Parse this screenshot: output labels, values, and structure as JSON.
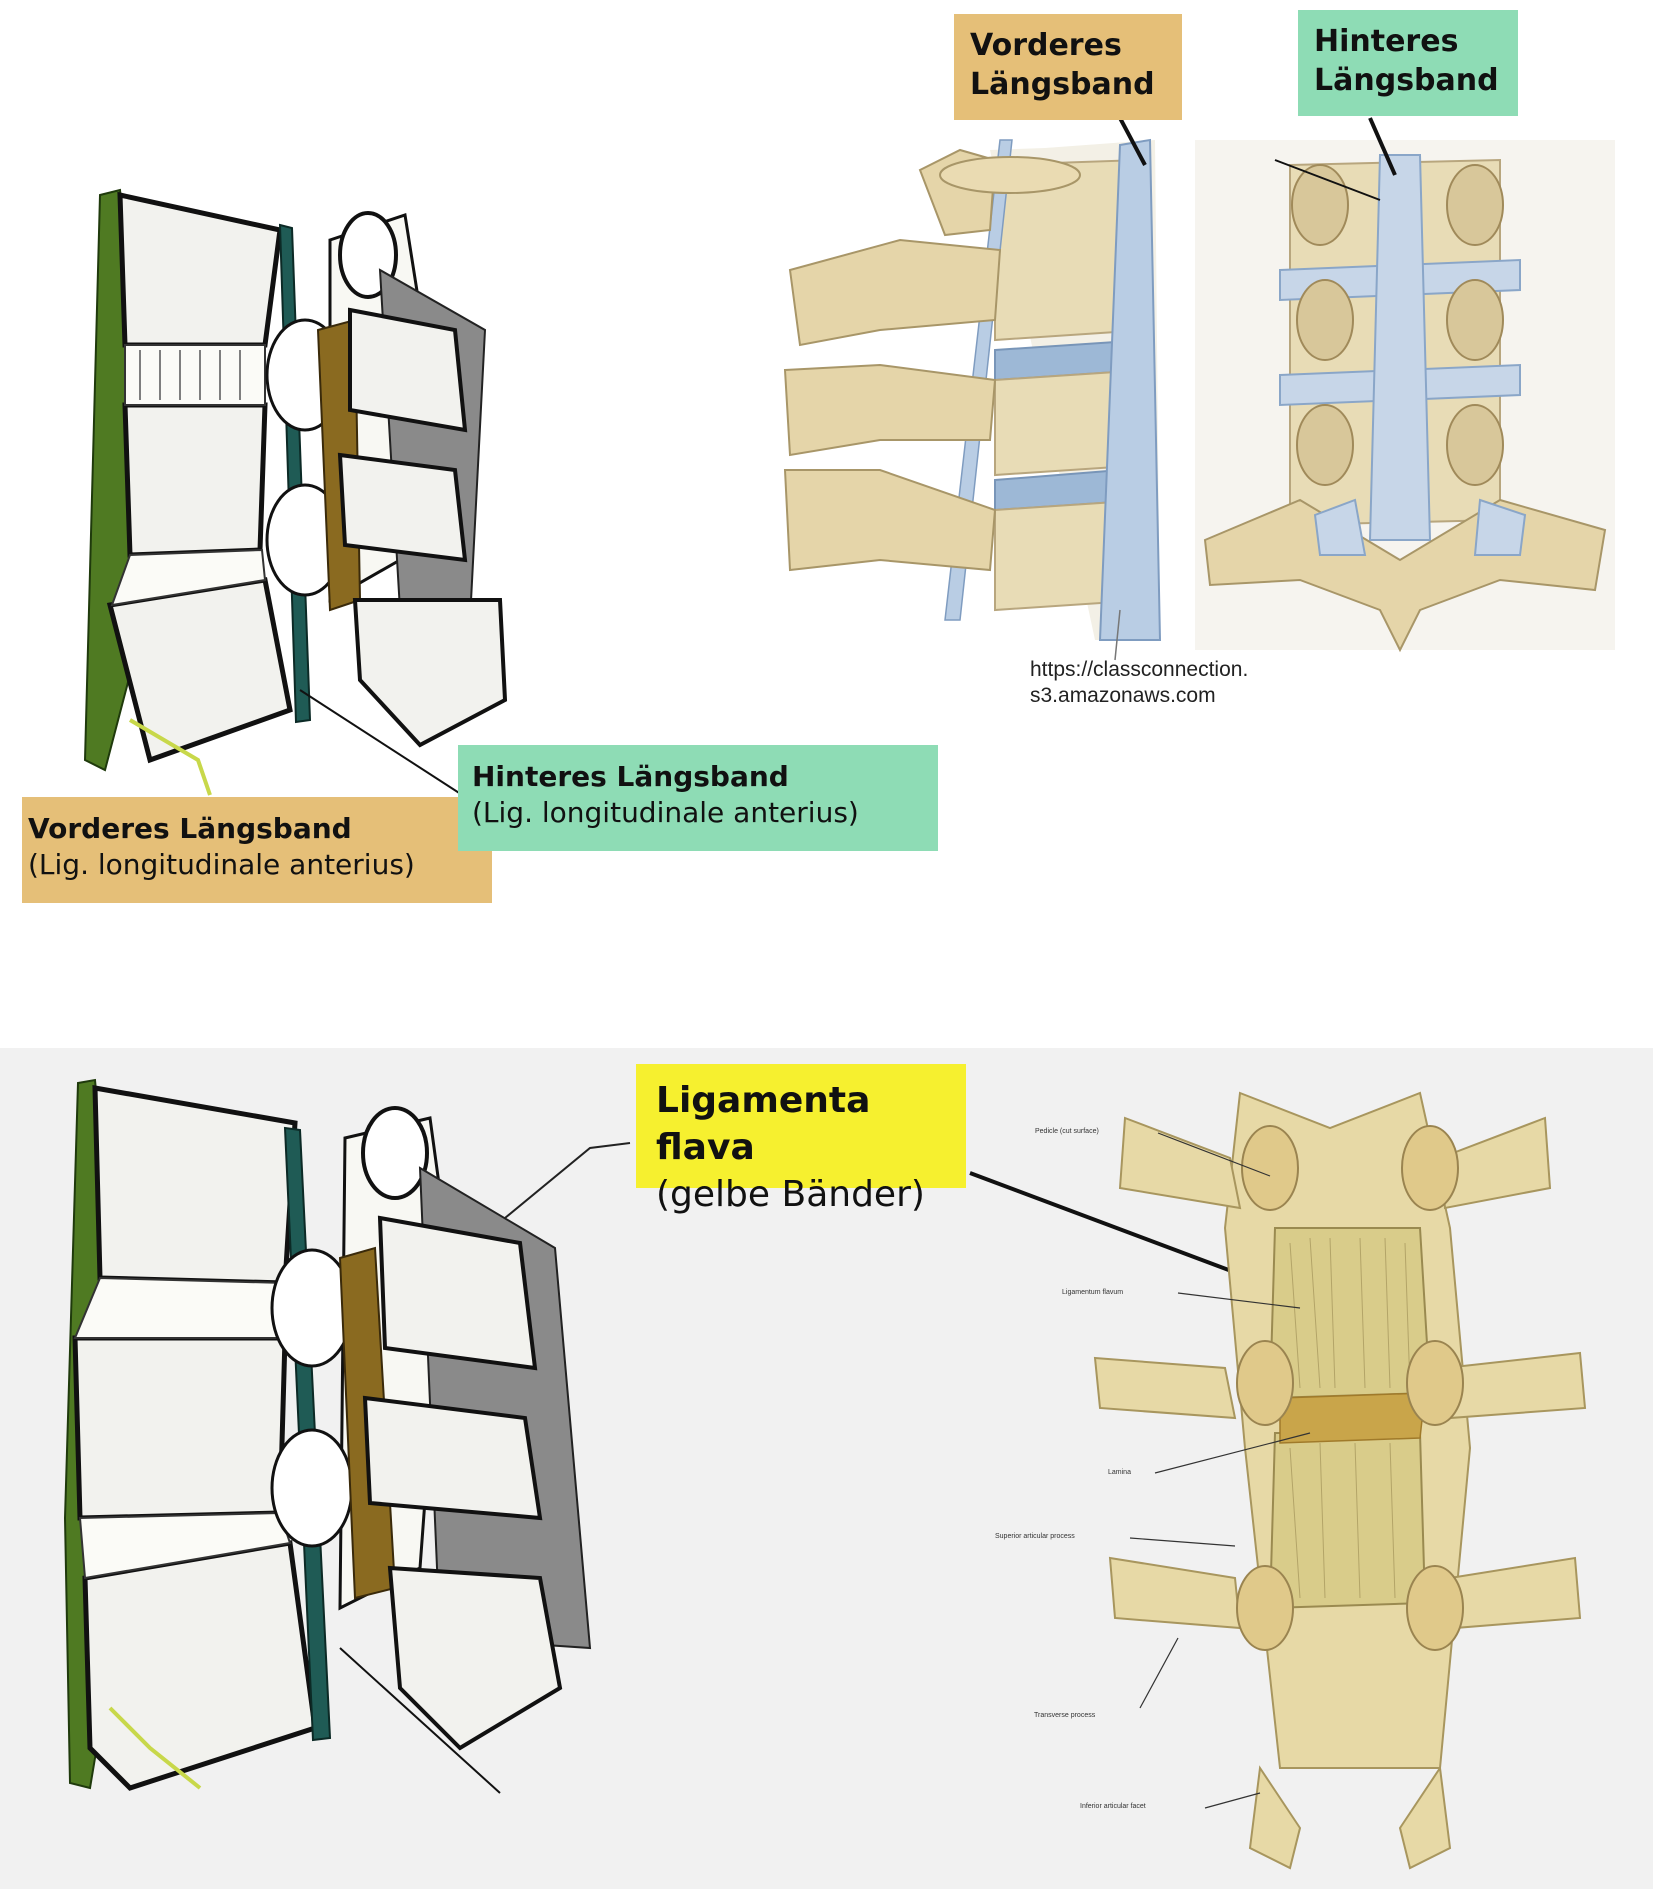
{
  "top": {
    "left_labels": {
      "anterior": {
        "title": "Vorderes Längsband",
        "subtitle": "(Lig. longitudinale anterius)",
        "color": "#e5bf78"
      },
      "posterior": {
        "title": "Hinteres Längsband",
        "subtitle": "(Lig. longitudinale anterius)",
        "color": "#8edcb5"
      }
    },
    "right_labels": {
      "anterior": {
        "line1": "Vorderes",
        "line2": "Längsband",
        "color": "#e5bf78"
      },
      "posterior": {
        "line1": "Hinteres",
        "line2": "Längsband",
        "color": "#8edcb5"
      }
    },
    "credit": {
      "line1": "https://classconnection.",
      "line2": "s3.amazonaws.com"
    }
  },
  "bottom": {
    "label": {
      "title": "Ligamenta flava",
      "subtitle": "(gelbe Bänder)",
      "color": "#f6f02f"
    },
    "small_labels": [
      "Pedicle (cut surface)",
      "Ligamentum flavum",
      "Lamina",
      "Superior articular process",
      "Transverse process",
      "Inferior articular facet"
    ]
  },
  "colors": {
    "bone": "#e8dcb6",
    "ligament_blue": "#b9cde4",
    "ligament_green": "#2f6f5a",
    "ligament_yellow": "#8a6a20"
  }
}
